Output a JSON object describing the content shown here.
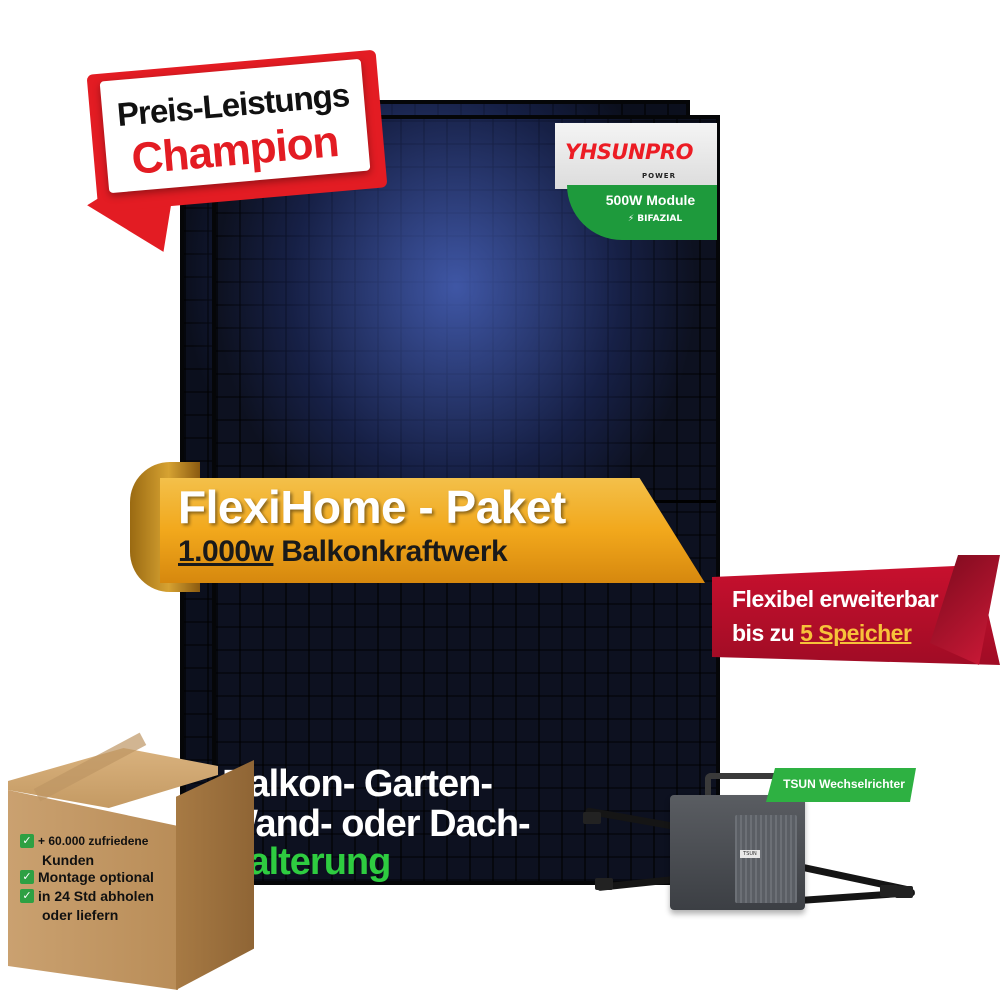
{
  "badge": {
    "line1": "Preis-Leistungs",
    "line2": "Champion"
  },
  "brand": {
    "logo": "YHSUNPRO",
    "sub": "POWER",
    "module": "500W Module",
    "bifazial": "BIFAZIAL",
    "accent": "#ec1c24",
    "green": "#1e9a3c"
  },
  "ribbon": {
    "title": "FlexiHome - Paket",
    "power": "1.000w",
    "sub": "Balkonkraftwerk",
    "color": "#f2a81c"
  },
  "expand": {
    "line1": "Flexibel erweiterbar",
    "line2_prefix": "bis zu ",
    "line2_highlight": "5 Speicher",
    "color": "#c8102e"
  },
  "mounting": {
    "line1": "Balkon- Garten-",
    "line2": "Wand- oder Dach-",
    "line3": "Halterung"
  },
  "box": {
    "items": [
      {
        "text": "+ 60.000 zufriedene",
        "cont": "Kunden"
      },
      {
        "text": "Montage optional",
        "cont": ""
      },
      {
        "text": "in 24 Std abholen",
        "cont": "oder liefern"
      }
    ]
  },
  "inverter": {
    "badge": "TSUN Wechselrichter",
    "label": "TSUN"
  }
}
